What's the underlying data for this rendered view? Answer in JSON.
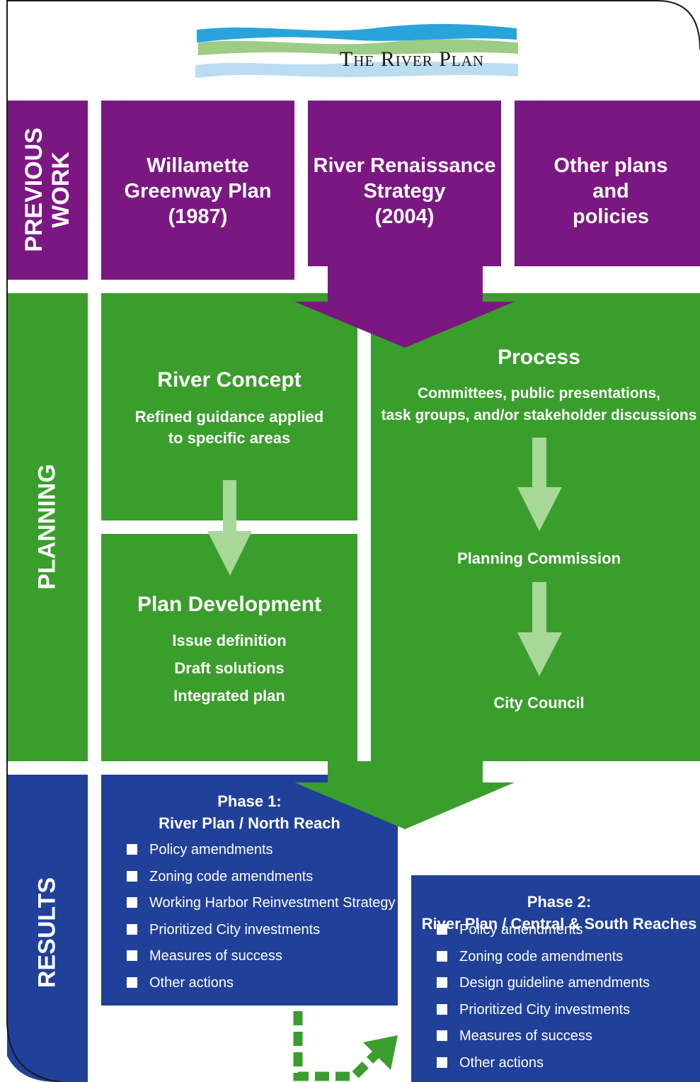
{
  "logo": {
    "title": "The River Plan"
  },
  "colors": {
    "previous_work": "#7b1782",
    "planning": "#3a9e2c",
    "results": "#21409a",
    "light_arrow": "#a6d898"
  },
  "sections": {
    "previous_work": {
      "label_lines": [
        "PREVIOUS",
        "WORK"
      ],
      "boxes": [
        {
          "lines": [
            "Willamette",
            "Greenway Plan",
            "(1987)"
          ]
        },
        {
          "lines": [
            "River Renaissance",
            "Strategy",
            "(2004)"
          ]
        },
        {
          "lines": [
            "Other plans",
            "and",
            "policies"
          ]
        }
      ]
    },
    "planning": {
      "label": "PLANNING",
      "river_concept": {
        "title": "River Concept",
        "subtitle_lines": [
          "Refined guidance applied",
          "to  specific areas"
        ]
      },
      "plan_development": {
        "title": "Plan Development",
        "items": [
          "Issue definition",
          "Draft solutions",
          "Integrated plan"
        ]
      },
      "process": {
        "title": "Process",
        "subtitle_lines": [
          "Committees, public presentations,",
          "task groups, and/or stakeholder discussions"
        ],
        "steps": [
          "Planning Commission",
          "City Council"
        ]
      }
    },
    "results": {
      "label": "RESULTS",
      "phase1": {
        "title_lines": [
          "Phase 1:",
          "River Plan / North Reach"
        ],
        "items": [
          "Policy amendments",
          "Zoning code amendments",
          "Working Harbor Reinvestment Strategy",
          "Prioritized City investments",
          "Measures of success",
          "Other actions"
        ]
      },
      "phase2": {
        "title_lines": [
          "Phase 2:",
          "River Plan / Central & South Reaches"
        ],
        "items": [
          "Policy amendments",
          "Zoning code amendments",
          "Design guideline amendments",
          "Prioritized City investments",
          "Measures of success",
          "Other actions"
        ]
      }
    }
  }
}
